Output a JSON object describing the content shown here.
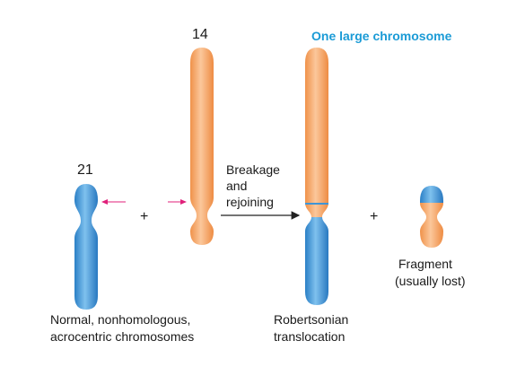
{
  "labels": {
    "chr14": "14",
    "chr21": "21",
    "title": "One large chromosome",
    "process_line1": "Breakage",
    "process_line2": "and",
    "process_line3": "rejoining",
    "plus": "+",
    "normal_line1": "Normal, nonhomologous,",
    "normal_line2": "acrocentric chromosomes",
    "robertsonian_line1": "Robertsonian",
    "robertsonian_line2": "translocation",
    "fragment_line1": "Fragment",
    "fragment_line2": "(usually lost)"
  },
  "colors": {
    "chr14_orange": "#f5a96a",
    "chr21_blue": "#3e95d6",
    "title_blue": "#1b9bd6",
    "break_arrow_magenta": "#e0207a",
    "text": "#1a1a1a"
  }
}
